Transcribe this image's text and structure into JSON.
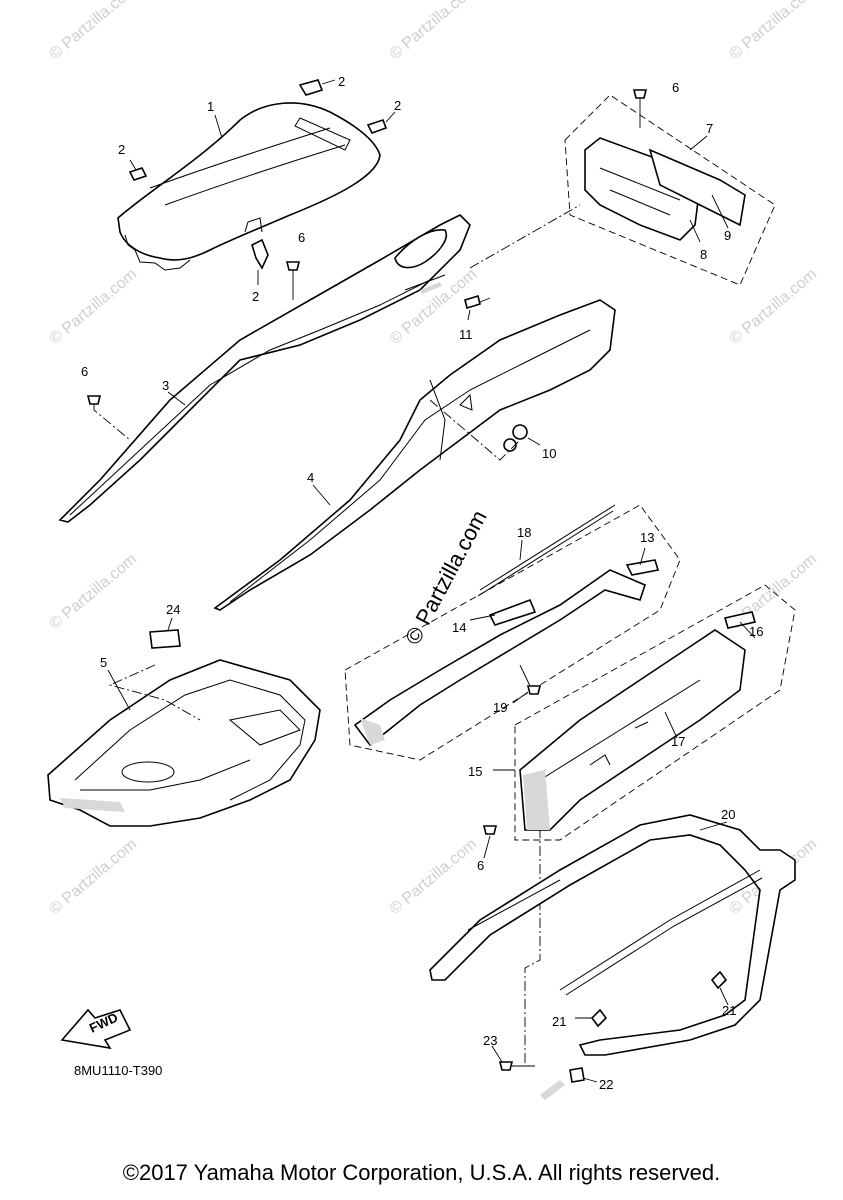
{
  "watermark": "© Partzilla.com",
  "diagram_code": "8MU1110-T390",
  "fwd_label": "FWD",
  "copyright": "©2017 Yamaha Motor Corporation, U.S.A. All rights reserved.",
  "callouts": {
    "c1": "1",
    "c2a": "2",
    "c2b": "2",
    "c2c": "2",
    "c2d": "2",
    "c3": "3",
    "c4": "4",
    "c5": "5",
    "c6a": "6",
    "c6b": "6",
    "c6c": "6",
    "c6d": "6",
    "c7": "7",
    "c8": "8",
    "c9": "9",
    "c10": "10",
    "c11": "11",
    "c13": "13",
    "c14": "14",
    "c15": "15",
    "c16": "16",
    "c17": "17",
    "c18": "18",
    "c19": "19",
    "c20": "20",
    "c21a": "21",
    "c21b": "21",
    "c22": "22",
    "c23": "23",
    "c24": "24"
  }
}
